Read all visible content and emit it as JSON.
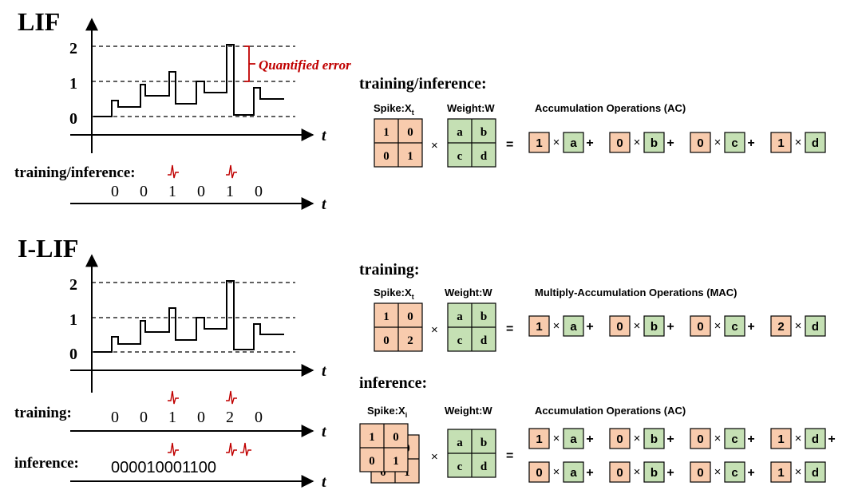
{
  "lif": {
    "title": "LIF",
    "y_ticks": [
      "2",
      "1",
      "0"
    ],
    "t_label": "t",
    "error_label": "Quantified error",
    "train_inf_label": "training/inference:",
    "train_inf_spikes": [
      "0",
      "0",
      "1",
      "0",
      "1",
      "0"
    ]
  },
  "ilif": {
    "title": "I-LIF",
    "y_ticks": [
      "2",
      "1",
      "0"
    ],
    "t_label": "t",
    "training_label": "training:",
    "training_spikes": [
      "0",
      "0",
      "1",
      "0",
      "2",
      "0"
    ],
    "inference_label": "inference:",
    "inference_spikes": "000010001100"
  },
  "right": {
    "top": {
      "heading": "training/inference:",
      "spike_label": "Spike:X",
      "spike_sub": "t",
      "weight_label": "Weight:W",
      "op_label": "Accumulation Operations (AC)",
      "spike_matrix": [
        "1",
        "0",
        "0",
        "1"
      ],
      "weight_matrix": [
        "a",
        "b",
        "c",
        "d"
      ],
      "eq_spikes": [
        "1",
        "0",
        "0",
        "1"
      ]
    },
    "middle": {
      "heading": "training:",
      "spike_label": "Spike:X",
      "spike_sub": "t",
      "weight_label": "Weight:W",
      "op_label": "Multiply-Accumulation Operations (MAC)",
      "spike_matrix": [
        "1",
        "0",
        "0",
        "2"
      ],
      "weight_matrix": [
        "a",
        "b",
        "c",
        "d"
      ],
      "eq_spikes": [
        "1",
        "0",
        "0",
        "2"
      ]
    },
    "bottom": {
      "heading": "inference:",
      "spike_label": "Spike:X",
      "spike_sub": "i",
      "weight_label": "Weight:W",
      "op_label": "Accumulation Operations (AC)",
      "spike_matrix": [
        "1",
        "0",
        "0",
        "1"
      ],
      "weight_matrix": [
        "a",
        "b",
        "c",
        "d"
      ],
      "eq_row1_spikes": [
        "1",
        "0",
        "0",
        "1"
      ],
      "eq_row2_spikes": [
        "0",
        "0",
        "0",
        "1"
      ]
    }
  },
  "colors": {
    "spike_fill": "#f8cbad",
    "weight_fill": "#c5e0b4",
    "accent_red": "#c00000",
    "line": "#000000"
  }
}
